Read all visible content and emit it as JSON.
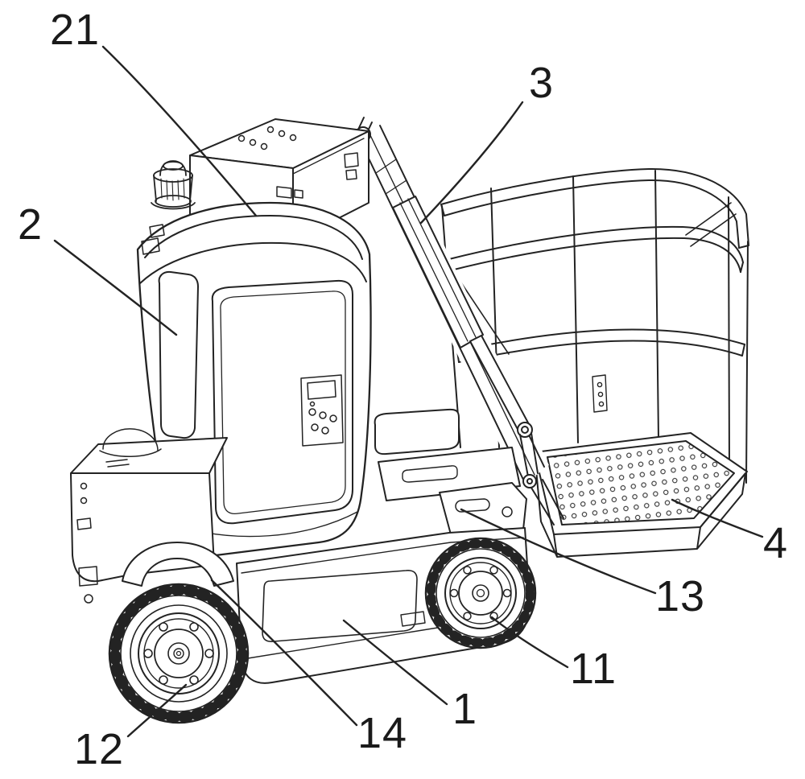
{
  "figure": {
    "line_color": "#232323",
    "label_color": "#1a1a1a",
    "background": "#ffffff"
  },
  "callouts": [
    {
      "id": "c21",
      "label": "21"
    },
    {
      "id": "c3",
      "label": "3"
    },
    {
      "id": "c2",
      "label": "2"
    },
    {
      "id": "c4",
      "label": "4"
    },
    {
      "id": "c13",
      "label": "13"
    },
    {
      "id": "c11",
      "label": "11"
    },
    {
      "id": "c1",
      "label": "1"
    },
    {
      "id": "c14",
      "label": "14"
    },
    {
      "id": "c12",
      "label": "12"
    }
  ]
}
